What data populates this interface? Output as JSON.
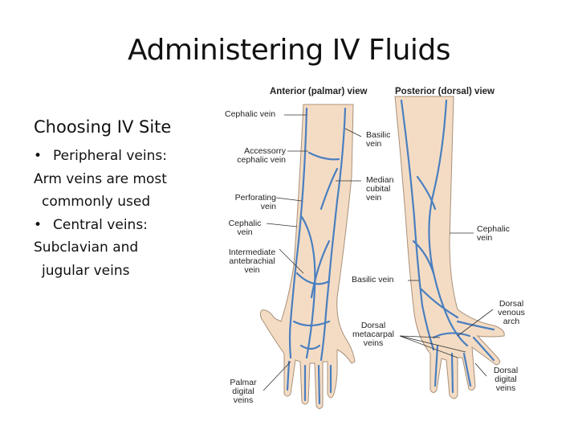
{
  "slide": {
    "title": "Administering IV Fluids",
    "heading": "Choosing IV Site",
    "lines": [
      "Peripheral veins:",
      "Arm veins are most",
      "commonly used",
      "Central veins:",
      "Subclavian and",
      "jugular veins"
    ]
  },
  "figure": {
    "anterior_title": "Anterior (palmar) view",
    "posterior_title": "Posterior (dorsal) view",
    "labels": {
      "cephalic_vein_top": "Cephalic vein",
      "accessory_cephalic": "Accessorry\ncephalic vein",
      "perforating": "Perforating\nvein",
      "cephalic_vein_left": "Cephalic\nvein",
      "intermediate_antebrachial": "Intermediate\nantebrachial\nvein",
      "palmar_digital": "Palmar\ndigital\nveins",
      "basilic_vein_top": "Basilic\nvein",
      "median_cubital": "Median\ncubital\nvein",
      "basilic_vein_mid": "Basilic vein",
      "dorsal_metacarpal": "Dorsal\nmetacarpal\nveins",
      "cephalic_vein_right": "Cephalic\nvein",
      "dorsal_venous_arch": "Dorsal\nvenous\narch",
      "dorsal_digital": "Dorsal\ndigital\nveins"
    }
  },
  "colors": {
    "skin": "#f4dcc4",
    "skin_outline": "#a8907a",
    "vein": "#4a7fc0",
    "vein_dark": "#2f5e9a",
    "leader": "#333333"
  }
}
